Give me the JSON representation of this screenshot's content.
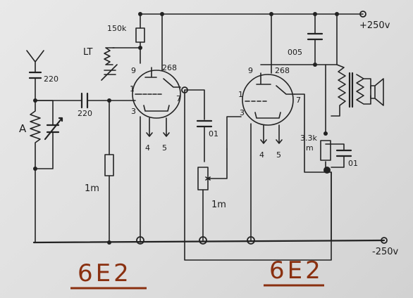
{
  "tubes": [
    {
      "label": "6E2",
      "pins": {
        "p9": "9",
        "p268": "268",
        "p1": "1",
        "p7": "7",
        "p3": "3",
        "p4": "4",
        "p5": "5"
      }
    },
    {
      "label": "6E2",
      "pins": {
        "p9": "9",
        "p268": "268",
        "p1": "1",
        "p7": "7",
        "p3": "3",
        "p4": "4",
        "p5": "5"
      }
    }
  ],
  "components": {
    "antenna_cap": "220",
    "coupling_cap": "220",
    "coil": "A",
    "tickler": "LT",
    "plate_resistor": "150k",
    "grid_resistor": "1m",
    "interstage_cap": "01",
    "volume_pot": "1m",
    "bypass_cap": "005",
    "cathode_resistor": "3.3k",
    "cathode_unit": "m",
    "cathode_cap": "01"
  },
  "supply": {
    "positive": "+250v",
    "negative": "-250v"
  }
}
